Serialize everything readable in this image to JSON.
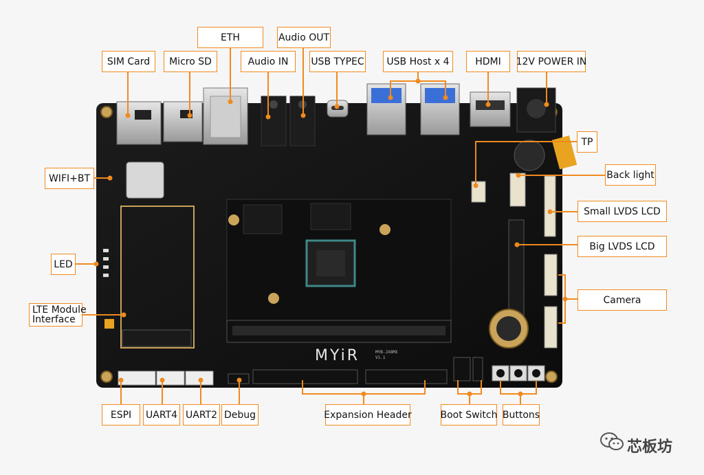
{
  "labels": {
    "sim_card": "SIM Card",
    "micro_sd": "Micro SD",
    "eth": "ETH",
    "audio_out": "Audio OUT",
    "audio_in": "Audio IN",
    "usb_typec": "USB TYPEC",
    "usb_host": "USB Host x 4",
    "hdmi": "HDMI",
    "power_in": "12V POWER IN",
    "tp": "TP",
    "back_light": "Back light",
    "small_lvds": "Small LVDS LCD",
    "big_lvds": "Big LVDS LCD",
    "camera": "Camera",
    "wifi_bt": "WIFI+BT",
    "led": "LED",
    "lte_line1": "LTE Module",
    "lte_line2": "Interface",
    "espi": "ESPI",
    "uart4": "UART4",
    "uart2": "UART2",
    "debug": "Debug",
    "expansion": "Expansion Header",
    "boot_switch": "Boot Switch",
    "buttons": "Buttons"
  },
  "board": {
    "brand": "MYiR",
    "model_line1": "MYB-JX8MX",
    "model_line2": "V1.1"
  },
  "watermark": "芯板坊",
  "colors": {
    "accent": "#f08a1e",
    "pcb": "#151515",
    "background": "#f6f6f6"
  }
}
